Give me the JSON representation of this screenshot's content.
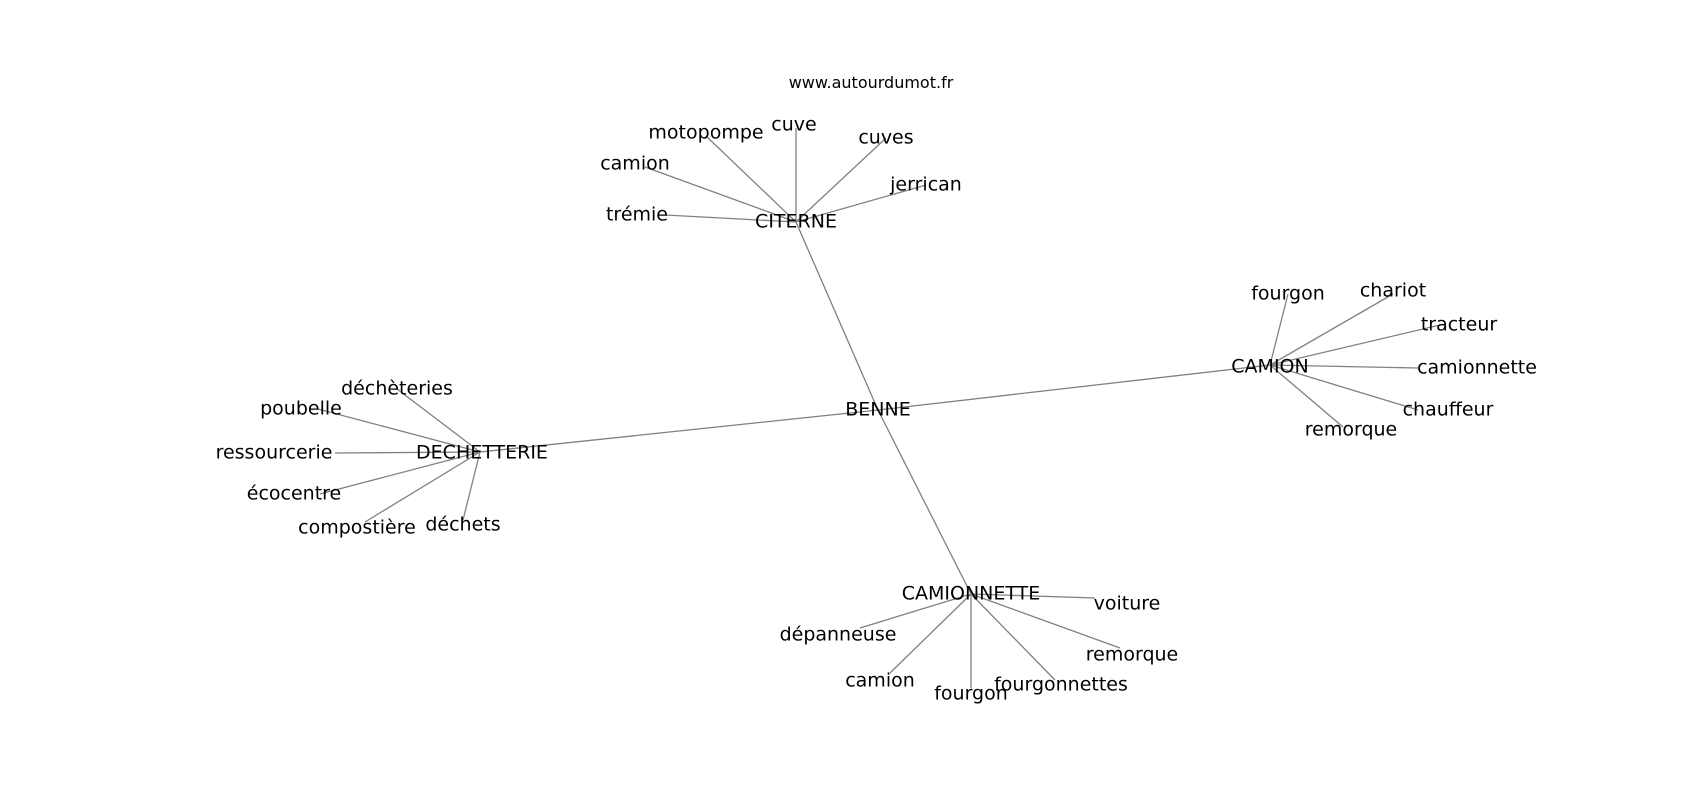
{
  "header": {
    "site": "www.autourdumot.fr"
  },
  "graph": {
    "center": "BENNE",
    "clusters": [
      {
        "hub": "CITERNE",
        "leaves": [
          "motopompe",
          "cuve",
          "cuves",
          "camion",
          "jerrican",
          "trémie"
        ]
      },
      {
        "hub": "CAMION",
        "leaves": [
          "fourgon",
          "chariot",
          "tracteur",
          "camionnette",
          "chauffeur",
          "remorque"
        ]
      },
      {
        "hub": "DECHETTERIE",
        "leaves": [
          "déchèteries",
          "poubelle",
          "ressourcerie",
          "écocentre",
          "compostière",
          "déchets"
        ]
      },
      {
        "hub": "CAMIONNETTE",
        "leaves": [
          "voiture",
          "dépanneuse",
          "remorque",
          "camion",
          "fourgonnettes",
          "fourgon"
        ]
      }
    ]
  }
}
